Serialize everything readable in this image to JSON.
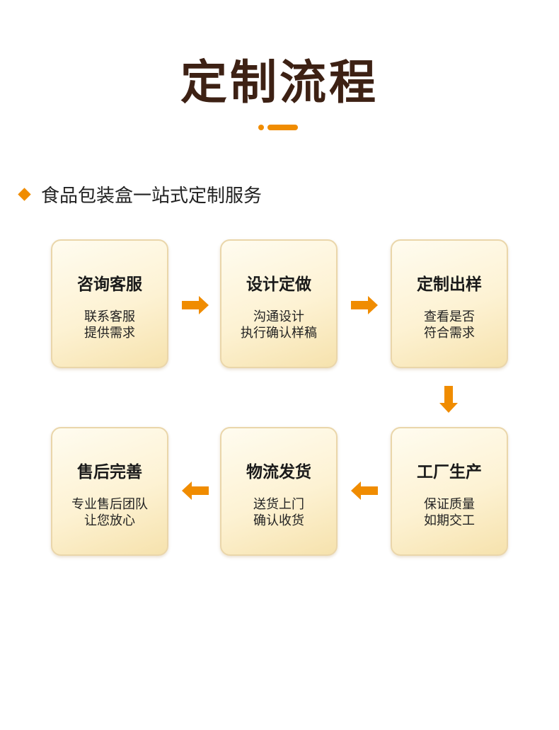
{
  "header": {
    "title": "定制流程"
  },
  "section": {
    "subtitle": "食品包装盒一站式定制服务"
  },
  "steps": [
    {
      "title": "咨询客服",
      "line1": "联系客服",
      "line2": "提供需求"
    },
    {
      "title": "设计定做",
      "line1": "沟通设计",
      "line2": "执行确认样稿"
    },
    {
      "title": "定制出样",
      "line1": "查看是否",
      "line2": "符合需求"
    },
    {
      "title": "工厂生产",
      "line1": "保证质量",
      "line2": "如期交工"
    },
    {
      "title": "物流发货",
      "line1": "送货上门",
      "line2": "确认收货"
    },
    {
      "title": "售后完善",
      "line1": "专业售后团队",
      "line2": "让您放心"
    }
  ],
  "colors": {
    "accent": "#f08c00",
    "title": "#3d2114",
    "card_border": "#ead6aa"
  }
}
